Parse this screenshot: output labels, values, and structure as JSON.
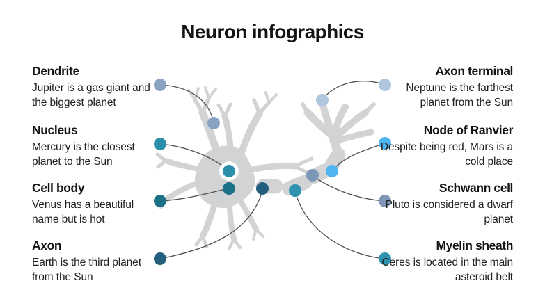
{
  "title": "Neuron infographics",
  "colors": {
    "background": "#ffffff",
    "neuron_gray": "#d2d3d5",
    "connector_line": "#4f4f4f",
    "nucleus_ring": "#ffffff",
    "heading_text": "#141414",
    "body_text": "#212121"
  },
  "items": {
    "left": [
      {
        "label": "Dendrite",
        "text": "Jupiter is a gas giant and the biggest planet",
        "color": "#89a3c2"
      },
      {
        "label": "Nucleus",
        "text": "Mercury is the closest planet to the Sun",
        "color": "#2b8fa9"
      },
      {
        "label": "Cell body",
        "text": "Venus has a beautiful name but is hot",
        "color": "#1d7186"
      },
      {
        "label": "Axon",
        "text": "Earth is the third planet from the Sun",
        "color": "#24607e"
      }
    ],
    "right": [
      {
        "label": "Axon terminal",
        "text": "Neptune is the farthest planet from the Sun",
        "color": "#afc6de"
      },
      {
        "label": "Node of Ranvier",
        "text": "Despite being red, Mars is a cold place",
        "color": "#4fb6f2"
      },
      {
        "label": "Schwann cell",
        "text": "Pluto is considered a dwarf planet",
        "color": "#7e97b8"
      },
      {
        "label": "Myelin sheath",
        "text": "Ceres is located in the main asteroid belt",
        "color": "#2f92ae"
      }
    ]
  }
}
